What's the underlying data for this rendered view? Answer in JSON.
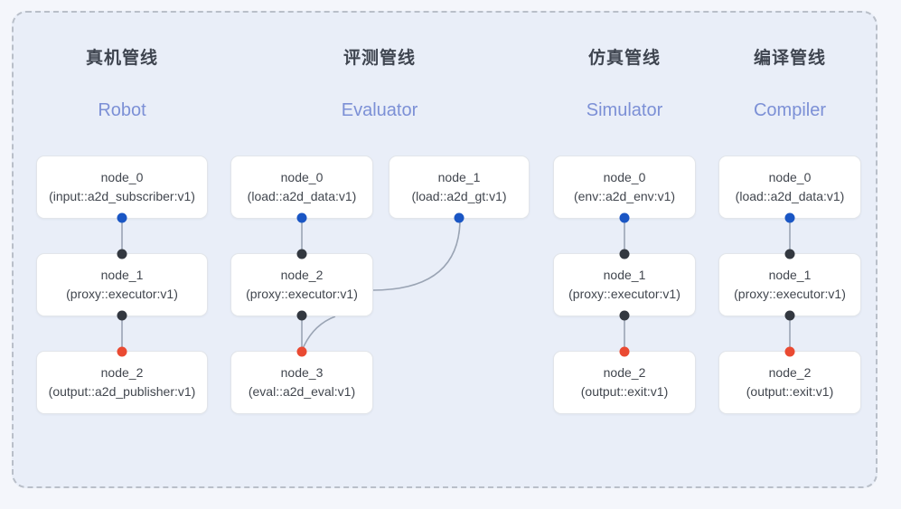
{
  "colors": {
    "panel_bg": "#e9eef8",
    "page_bg": "#f4f6fb",
    "panel_border": "#b9bfc9",
    "node_bg": "#ffffff",
    "node_border": "#e2e5ea",
    "title_color": "#3f4550",
    "subtitle_color": "#7c90d6",
    "port_blue": "#1a56c4",
    "port_red": "#ea4a32",
    "port_black": "#333840",
    "edge_color": "#9aa4b4"
  },
  "columns": [
    {
      "id": "robot",
      "title": "真机管线",
      "subtitle": "Robot",
      "nodes": [
        {
          "id": "robot-node-0",
          "name": "node_0",
          "spec": "(input::a2d_subscriber:v1)"
        },
        {
          "id": "robot-node-1",
          "name": "node_1",
          "spec": "(proxy::executor:v1)"
        },
        {
          "id": "robot-node-2",
          "name": "node_2",
          "spec": "(output::a2d_publisher:v1)"
        }
      ]
    },
    {
      "id": "evaluator",
      "title": "评测管线",
      "subtitle": "Evaluator",
      "nodes": [
        {
          "id": "eval-node-0",
          "name": "node_0",
          "spec": "(load::a2d_data:v1)"
        },
        {
          "id": "eval-node-1",
          "name": "node_1",
          "spec": "(load::a2d_gt:v1)"
        },
        {
          "id": "eval-node-2",
          "name": "node_2",
          "spec": "(proxy::executor:v1)"
        },
        {
          "id": "eval-node-3",
          "name": "node_3",
          "spec": "(eval::a2d_eval:v1)"
        }
      ]
    },
    {
      "id": "simulator",
      "title": "仿真管线",
      "subtitle": "Simulator",
      "nodes": [
        {
          "id": "sim-node-0",
          "name": "node_0",
          "spec": "(env::a2d_env:v1)"
        },
        {
          "id": "sim-node-1",
          "name": "node_1",
          "spec": "(proxy::executor:v1)"
        },
        {
          "id": "sim-node-2",
          "name": "node_2",
          "spec": "(output::exit:v1)"
        }
      ]
    },
    {
      "id": "compiler",
      "title": "编译管线",
      "subtitle": "Compiler",
      "nodes": [
        {
          "id": "comp-node-0",
          "name": "node_0",
          "spec": "(load::a2d_data:v1)"
        },
        {
          "id": "comp-node-1",
          "name": "node_1",
          "spec": "(proxy::executor:v1)"
        },
        {
          "id": "comp-node-2",
          "name": "node_2",
          "spec": "(output::exit:v1)"
        }
      ]
    }
  ]
}
